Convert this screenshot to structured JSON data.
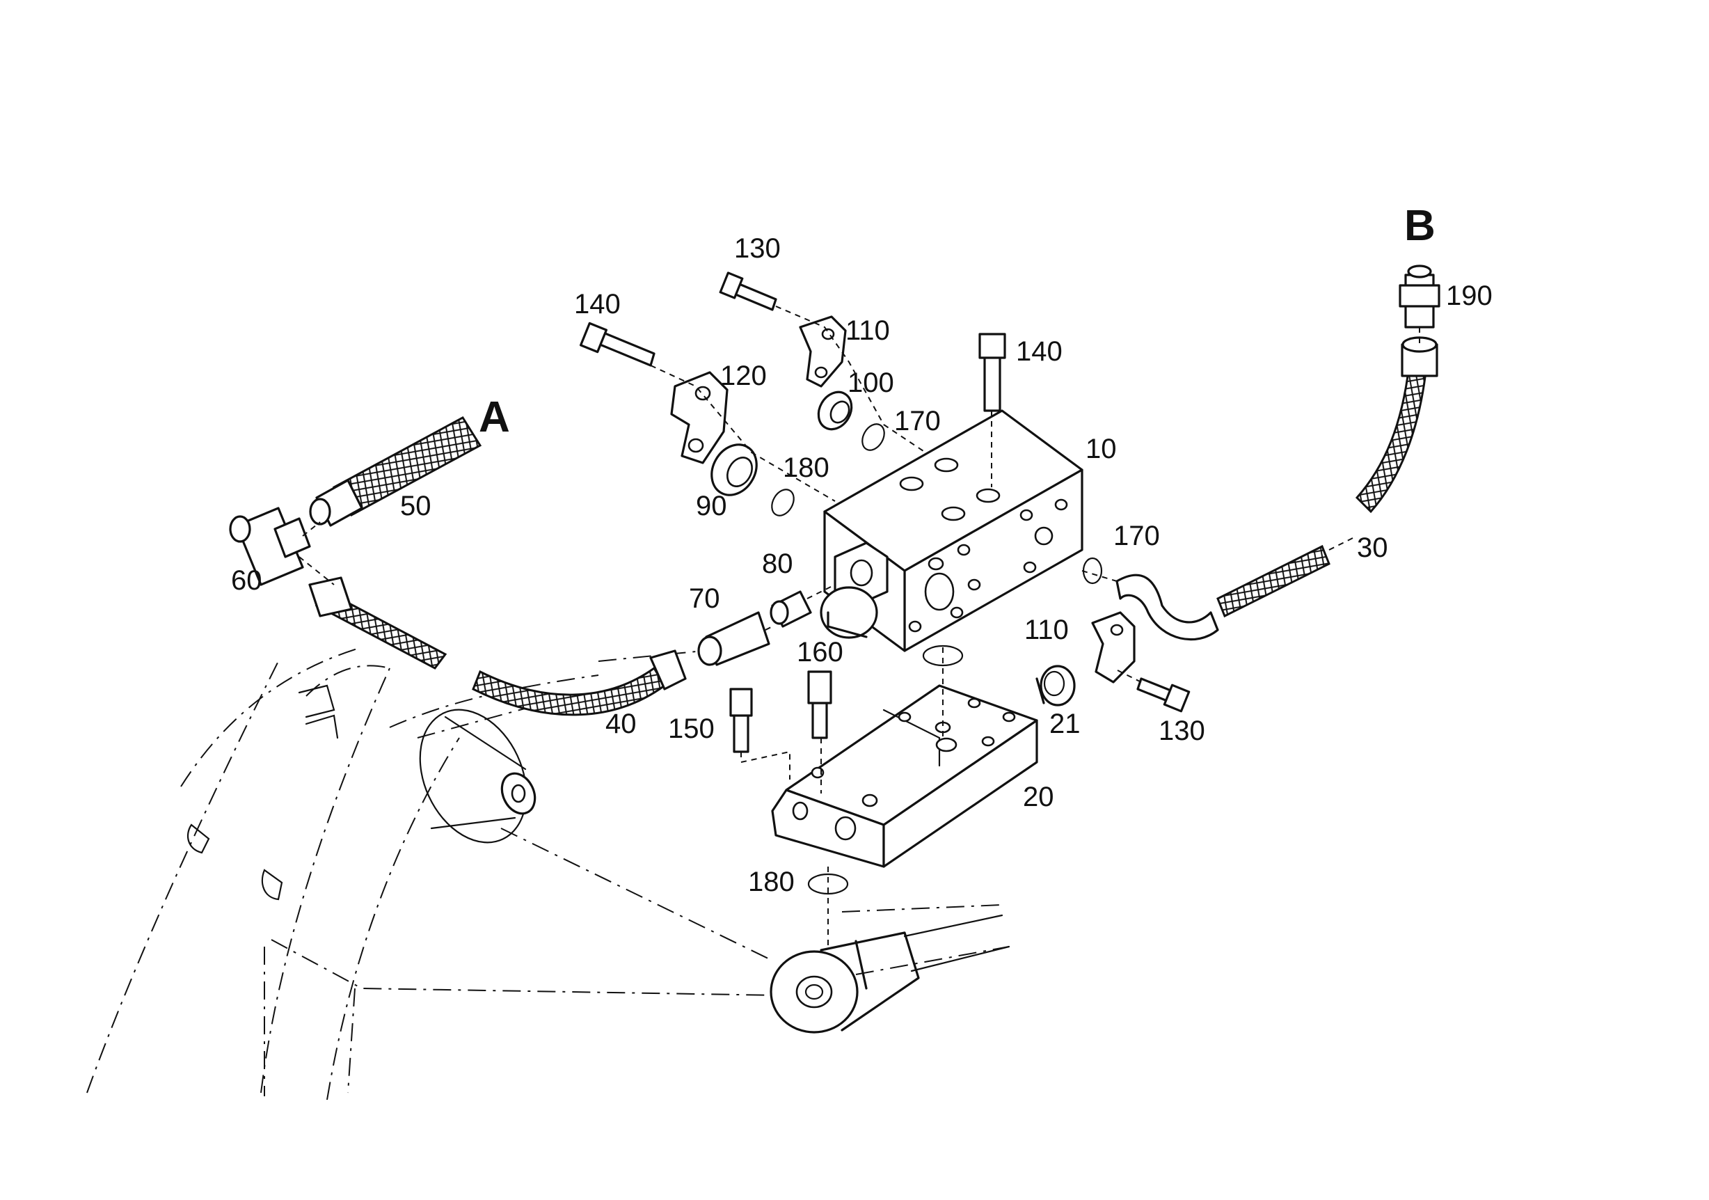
{
  "labels": {
    "A": "A",
    "B": "B",
    "c10": "10",
    "c20": "20",
    "c21": "21",
    "c30": "30",
    "c40": "40",
    "c50": "50",
    "c60": "60",
    "c70": "70",
    "c80": "80",
    "c90": "90",
    "c100": "100",
    "c110a": "110",
    "c110b": "110",
    "c120": "120",
    "c130a": "130",
    "c130b": "130",
    "c140a": "140",
    "c140b": "140",
    "c150": "150",
    "c160": "160",
    "c170a": "170",
    "c170b": "170",
    "c180a": "180",
    "c180b": "180",
    "c190": "190"
  }
}
